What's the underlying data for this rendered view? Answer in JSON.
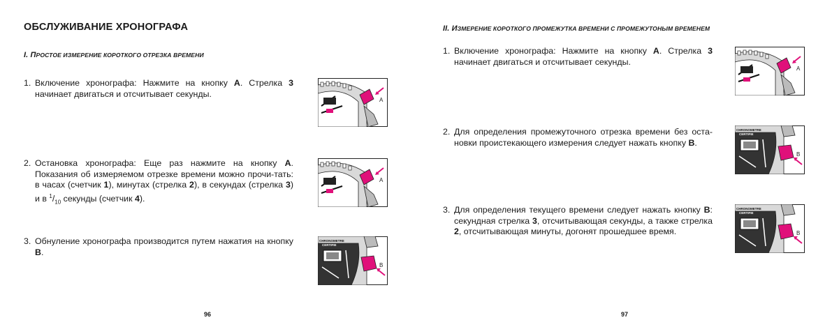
{
  "left": {
    "title": "ОБСЛУЖИВАНИЕ ХРОНОГРАФА",
    "section_numeral": "I. ",
    "section_initial": "П",
    "section_rest": "ростое измерение короткого отрезка времени",
    "items": [
      {
        "num": "1.",
        "parts": [
          "Включение хронографа: Нажмите на кнопку ",
          "A",
          ". Стрелка ",
          "3",
          " начинает двигаться и отсчитывает секунды."
        ],
        "image": {
          "label": "A",
          "pusher": "A-icon"
        }
      },
      {
        "num": "2.",
        "parts": [
          "Остановка хронографа: Еще раз нажмите на кнопку ",
          "A",
          ". Показания об измеряемом отрезке времени можно прочи-тать: в часах (счетчик ",
          "1",
          "), минутах (стрелка ",
          "2",
          "), в секундах (стрелка ",
          "3",
          ") и в ",
          "1",
          "/",
          "10",
          " секунды (счетчик ",
          "4",
          ")."
        ],
        "image": {
          "label": "A"
        }
      },
      {
        "num": "3.",
        "parts": [
          "Обнуление хронографа производится путем нажатия на кнопку ",
          "B",
          "."
        ],
        "image": {
          "label": "B",
          "dial_text_1": "CHRONOMETRE",
          "dial_text_2": "CERTIFIE"
        }
      }
    ],
    "page_number": "96"
  },
  "right": {
    "section_numeral": "II. ",
    "section_initial": "И",
    "section_rest": "змерение короткого промежутка времени с промежутоным временем",
    "items": [
      {
        "num": "1.",
        "parts": [
          "Включение хронографа: Нажмите на кнопку ",
          "A",
          ". Стрелка ",
          "3",
          " начинает двигаться и отсчитывает секунды."
        ],
        "image": {
          "label": "A"
        }
      },
      {
        "num": "2.",
        "parts": [
          "Для определения промежуточного отрезка времени без оста-новки проистекающего измерения следует нажать кнопку ",
          "B",
          "."
        ],
        "image": {
          "label": "B",
          "dial_text_1": "CHRONOMETRE",
          "dial_text_2": "CERTIFIE"
        }
      },
      {
        "num": "3.",
        "parts": [
          "Для определения текущего времени следует нажать кнопку ",
          "B",
          ": секундная стрелка ",
          "3",
          ", отсчитывающая секунды, а также стрелка ",
          "2",
          ", отсчитывающая минуты, догонят прошедшее время."
        ],
        "image": {
          "label": "B",
          "dial_text_1": "CHRONOMETRE",
          "dial_text_2": "CERTIFIE"
        }
      }
    ],
    "page_number": "97"
  },
  "colors": {
    "accent": "#e0107a",
    "text": "#1a1a1a"
  }
}
